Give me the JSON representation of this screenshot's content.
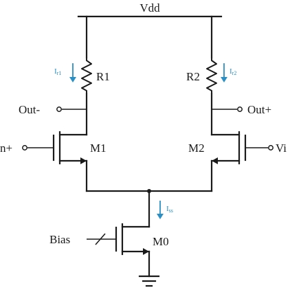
{
  "labels": {
    "vdd": "Vdd",
    "r1": "R1",
    "r2": "R2",
    "m1": "M1",
    "m2": "M2",
    "m0": "M0",
    "out_minus": "Out-",
    "out_plus": "Out+",
    "in_plus": "n+",
    "vin_right": "Vi",
    "bias": "Bias"
  },
  "currents": {
    "ir1_main": "I",
    "ir1_sub": "r1",
    "ir2_main": "I",
    "ir2_sub": "r2",
    "iss_main": "I",
    "iss_sub": "ss"
  },
  "colors": {
    "wire": "#1a1a1a",
    "current": "#2a8fc4"
  },
  "icons": {
    "ground": "ground-icon",
    "terminal": "open-circle-terminal"
  }
}
